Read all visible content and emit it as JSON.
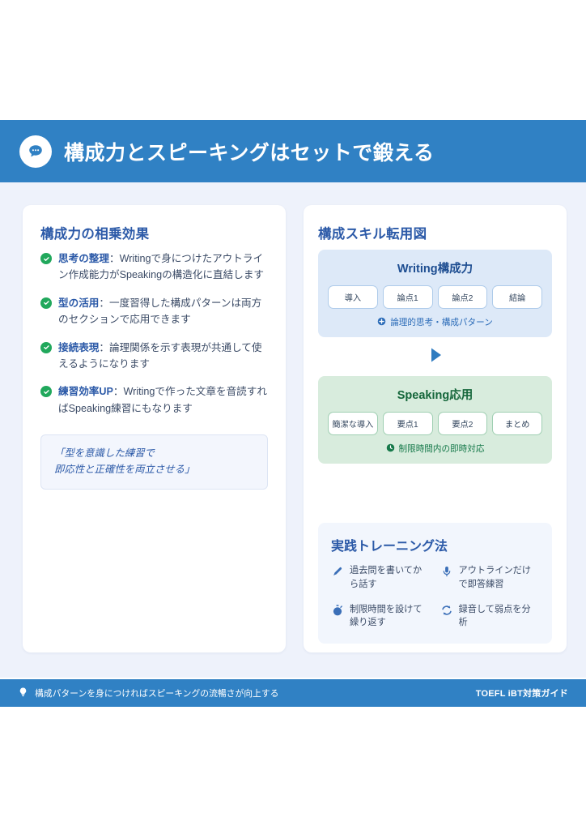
{
  "header": {
    "icon": "speech-bubble-icon",
    "title": "構成力とスピーキングはセットで鍛える",
    "bg_color": "#3081c4"
  },
  "left_card": {
    "title": "構成力の相乗効果",
    "bullets": [
      {
        "icon": "check-circle-icon",
        "label": "思考の整理",
        "sep": "：",
        "text": "Writingで身につけたアウトライン作成能力がSpeakingの構造化に直結します"
      },
      {
        "icon": "check-circle-icon",
        "label": "型の活用",
        "sep": "：",
        "text": "一度習得した構成パターンは両方のセクションで応用できます"
      },
      {
        "icon": "check-circle-icon",
        "label": "接続表現",
        "sep": "：",
        "text": "論理関係を示す表現が共通して使えるようになります"
      },
      {
        "icon": "check-circle-icon",
        "label": "練習効率UP",
        "sep": "：",
        "text": "Writingで作った文章を音読すればSpeaking練習にもなります"
      }
    ],
    "quote_line1": "「型を意識した練習で",
    "quote_line2": "即応性と正確性を両立させる」"
  },
  "right_card": {
    "title": "構成スキル転用図",
    "flow": {
      "writing": {
        "heading": "Writing構成力",
        "chips": [
          "導入",
          "論点1",
          "論点2",
          "結論"
        ],
        "note_icon": "plus-circle-icon",
        "note": "論理的思考・構成パターン",
        "bg_color": "#dde9f8"
      },
      "arrow_icon": "play-triangle-icon",
      "speaking": {
        "heading": "Speaking応用",
        "chips": [
          "簡潔な導入",
          "要点1",
          "要点2",
          "まとめ"
        ],
        "note_icon": "clock-icon",
        "note": "制限時間内の即時対応",
        "bg_color": "#d8ecdd"
      }
    },
    "training": {
      "title": "実践トレーニング法",
      "items": [
        {
          "icon": "pen-icon",
          "text": "過去問を書いてから話す"
        },
        {
          "icon": "microphone-icon",
          "text": "アウトラインだけで即答練習"
        },
        {
          "icon": "stopwatch-icon",
          "text": "制限時間を設けて繰り返す"
        },
        {
          "icon": "sync-icon",
          "text": "録音して弱点を分析"
        }
      ]
    }
  },
  "footer": {
    "icon": "lightbulb-icon",
    "left_text": "構成パターンを身につければスピーキングの流暢さが向上する",
    "right_text": "TOEFL iBT対策ガイド"
  }
}
